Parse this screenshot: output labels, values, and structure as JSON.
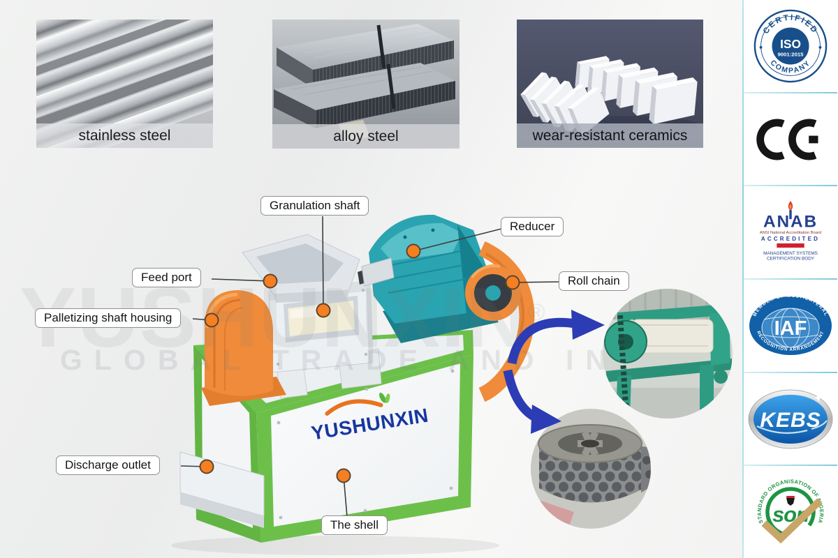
{
  "materials": [
    {
      "label": "stainless steel"
    },
    {
      "label": "alloy steel"
    },
    {
      "label": "wear-resistant ceramics"
    }
  ],
  "callouts": {
    "granulation_shaft": "Granulation shaft",
    "reducer": "Reducer",
    "feed_port": "Feed port",
    "roll_chain": "Roll chain",
    "palletizing_shaft_housing": "Palletizing shaft housing",
    "discharge_outlet": "Discharge outlet",
    "the_shell": "The shell"
  },
  "brand": {
    "machine_logo": "YUSHUNXIN",
    "watermark_name": "YUSHUNXIN",
    "watermark_reg": "®",
    "watermark_tagline": "GLOBAL TRADE AND INDUSTRY"
  },
  "certifications": {
    "iso": {
      "arc_top": "CERTIFIED",
      "name": "ISO",
      "standard": "9001:2015",
      "arc_bottom": "COMPANY"
    },
    "ce": {
      "name": "CE"
    },
    "anab": {
      "name": "ANAB",
      "org": "ANSI National Accreditation Board",
      "status": "ACCREDITED",
      "scope_line1": "MANAGEMENT SYSTEMS",
      "scope_line2": "CERTIFICATION BODY"
    },
    "iaf": {
      "name": "IAF",
      "arc_top": "MEMBER OF MULTILATERAL",
      "arc_bottom": "RECOGNITION ARRANGEMENT"
    },
    "kebs": {
      "name": "KEBS"
    },
    "son": {
      "name": "son",
      "arc_text": "STANDARD ORGANISATION OF NIGERIA"
    }
  },
  "colors": {
    "accent_orange": "#ef8b3a",
    "accent_green": "#6cc04a",
    "accent_teal": "#2aa4b0",
    "arrow_blue": "#2c3cb4",
    "logo_navy": "#17379e",
    "label_border": "#8f8f8f"
  }
}
